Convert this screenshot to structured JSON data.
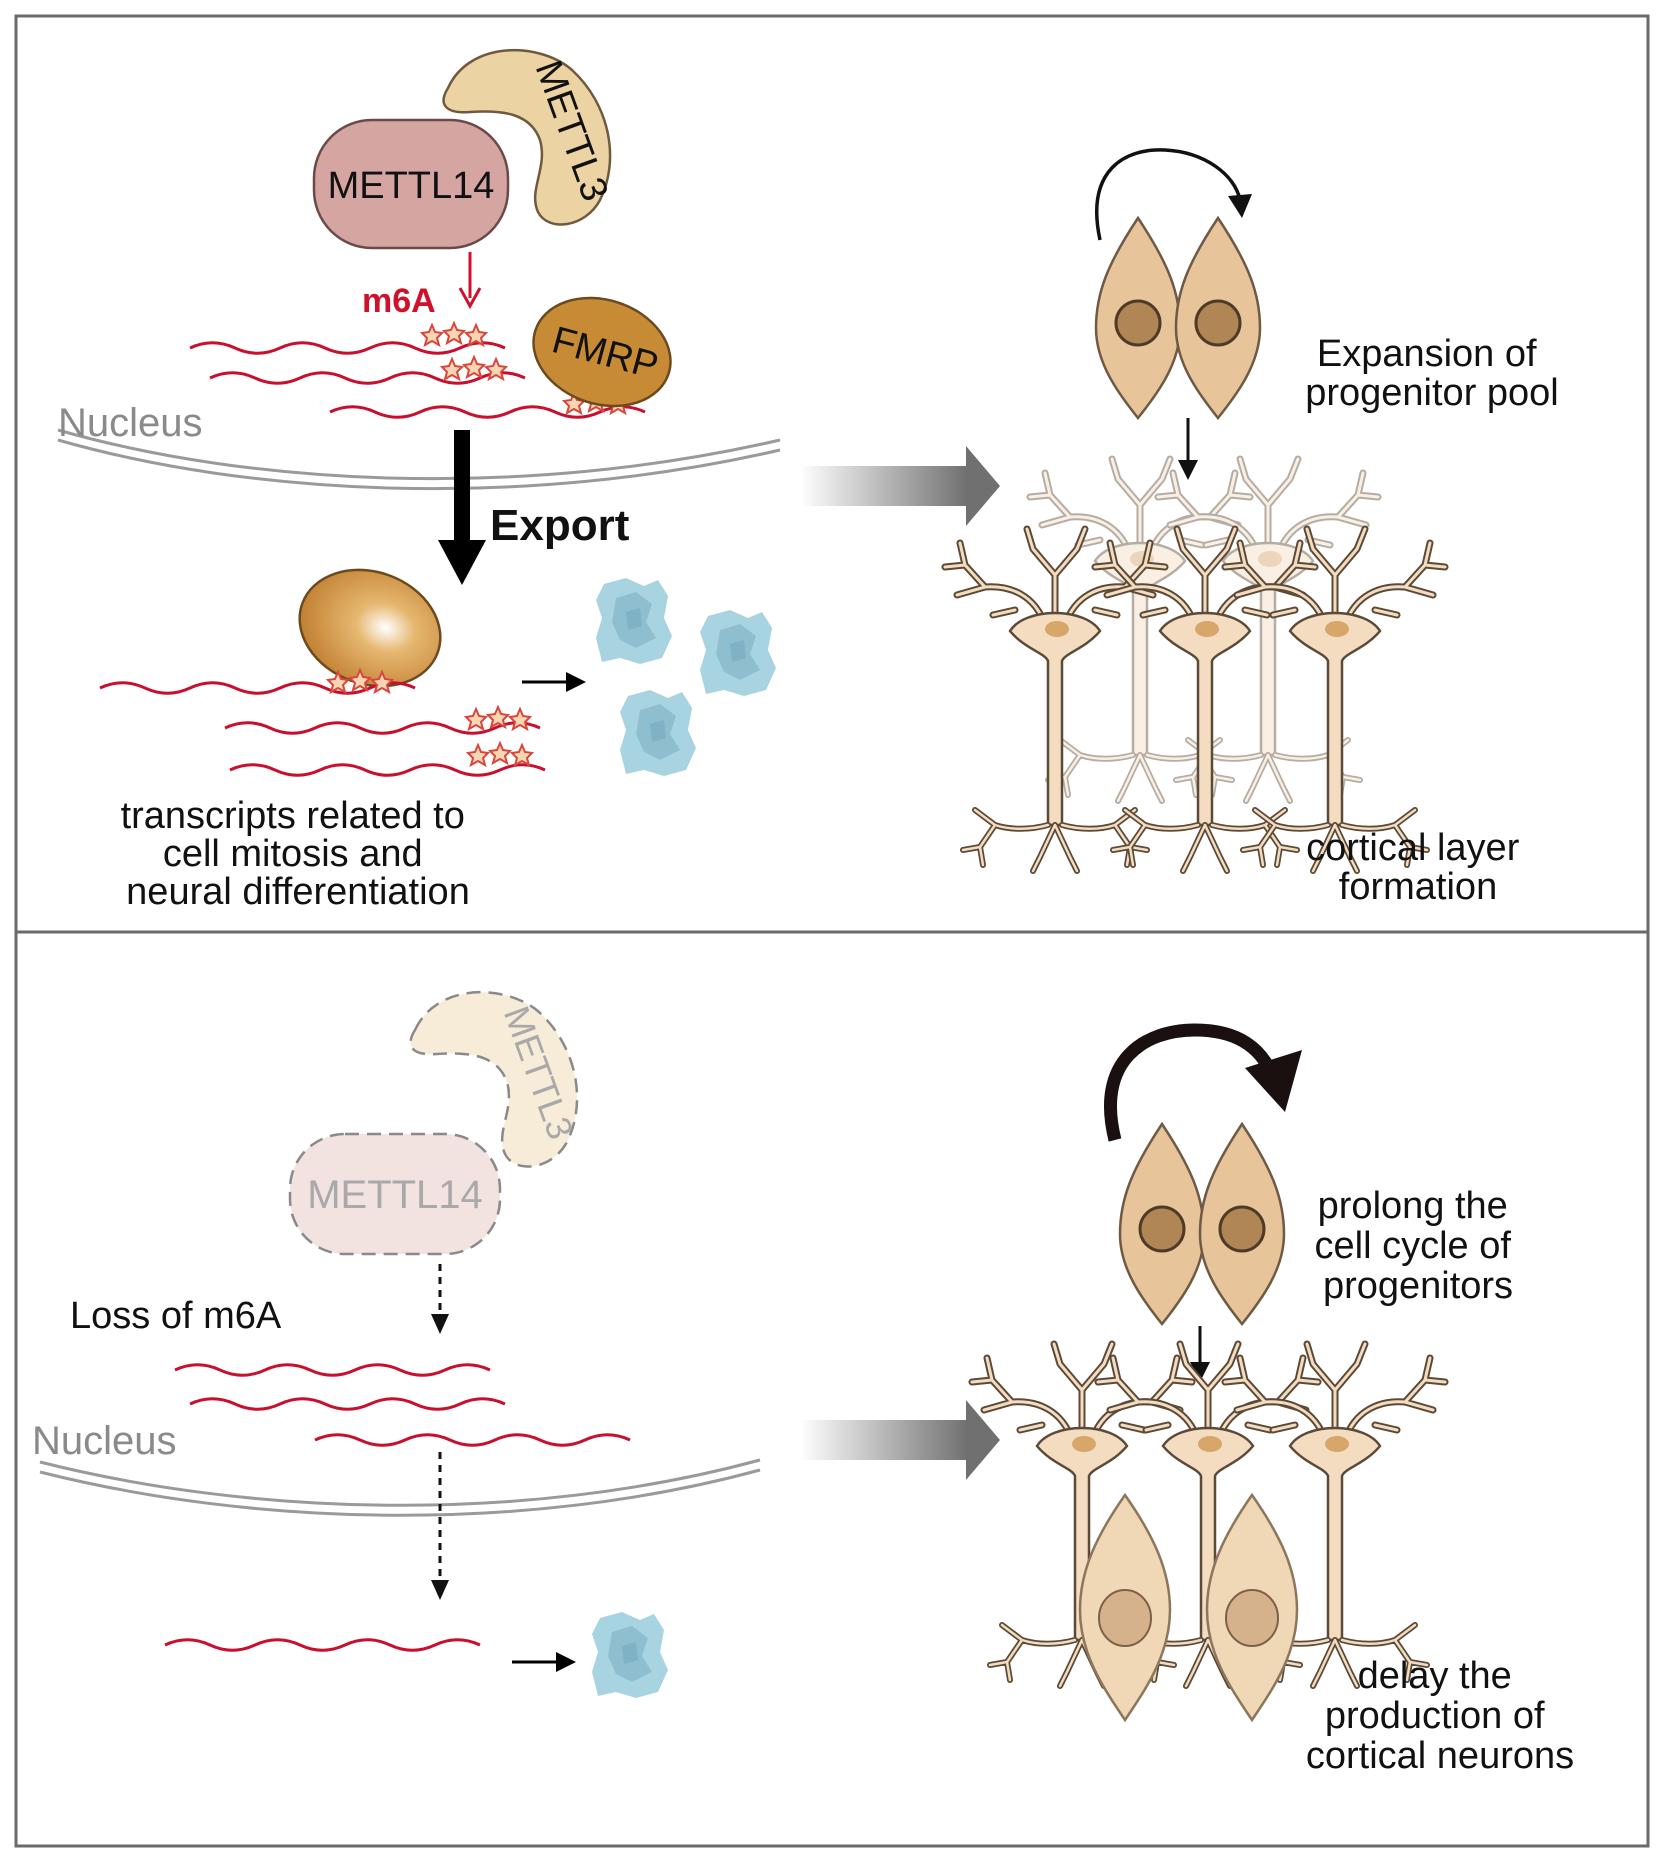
{
  "colors": {
    "mrna": "#c8102e",
    "m6a_label": "#d0112b",
    "mettl14": "#d4a5a1",
    "mettl3": "#ecd3a4",
    "fmrp": "#c78a35",
    "ribosome": "#a8d3e0",
    "progenitor": "#e8c49a",
    "neuron": "#f3dcc0",
    "membrane": "#9a9a9a",
    "faded_text": "#a9a9a9"
  },
  "top_panel": {
    "mettl14": "METTL14",
    "mettl3": "METTL3",
    "m6a": "m6A",
    "fmrp": "FMRP",
    "nucleus": "Nucleus",
    "export": "Export",
    "transcripts_lines": [
      "transcripts related to",
      "cell mitosis and",
      "neural differentiation"
    ],
    "expansion_lines": [
      "Expansion of",
      "progenitor pool"
    ],
    "cortical_lines": [
      "cortical layer",
      "formation"
    ]
  },
  "bottom_panel": {
    "mettl14": "METTL14",
    "mettl3": "METTL3",
    "loss": "Loss of m6A",
    "nucleus": "Nucleus",
    "prolong_lines": [
      "prolong the",
      "cell cycle of",
      "progenitors"
    ],
    "delay_lines": [
      "delay the",
      "production of",
      "cortical neurons"
    ]
  }
}
